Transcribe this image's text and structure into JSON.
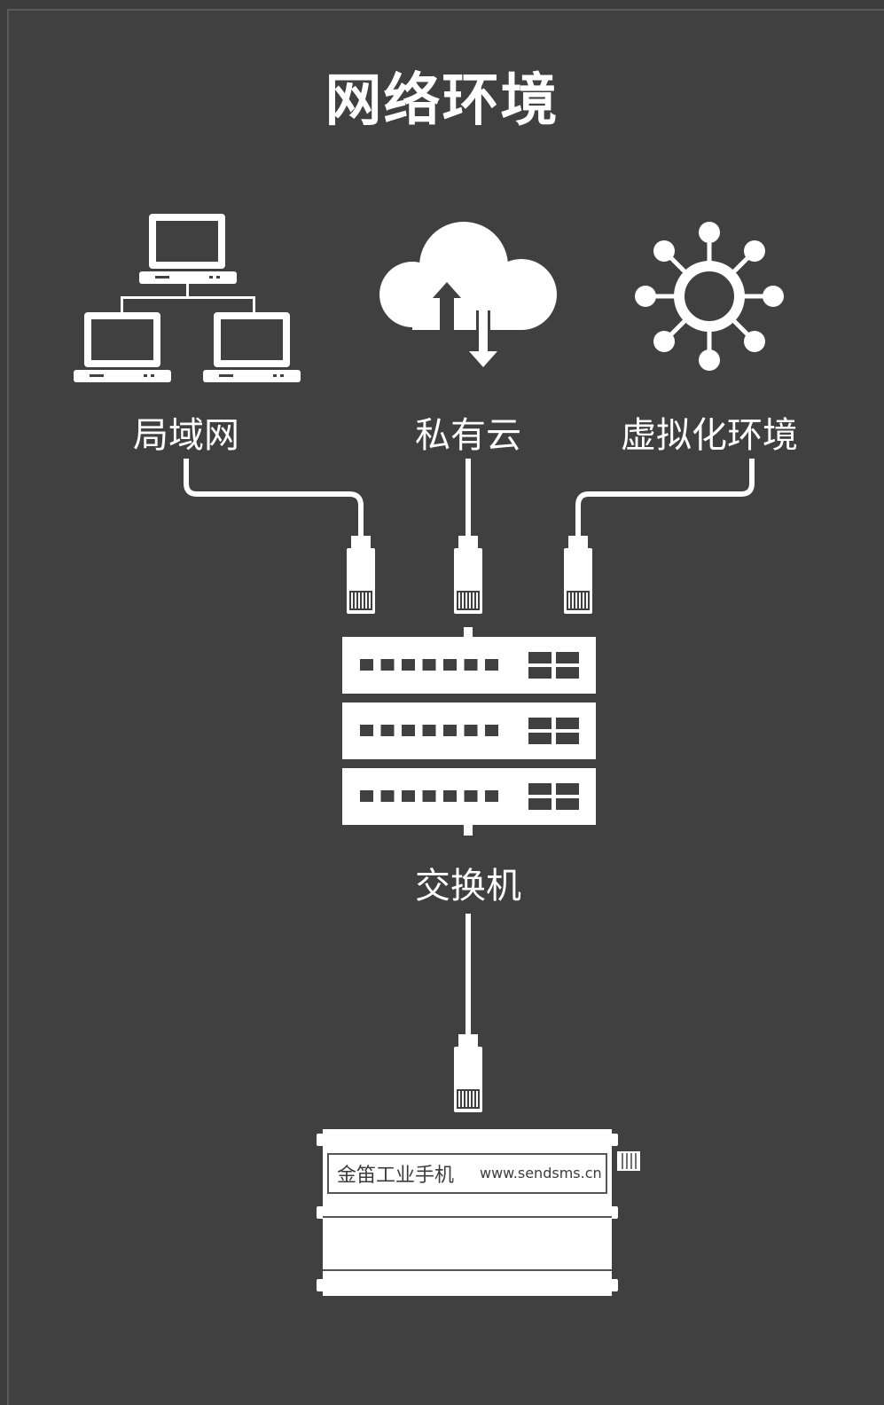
{
  "title": "网络环境",
  "nodes": {
    "lan": "局域网",
    "private_cloud": "私有云",
    "virtual_env": "虚拟化环境",
    "switch": "交换机"
  },
  "device": {
    "brand": "金笛工业手机",
    "url": "www.sendsms.cn"
  },
  "icons": [
    "lan-network-icon",
    "cloud-upload-download-icon",
    "virtual-hub-icon",
    "ethernet-plug-icon",
    "network-switch-icon",
    "industrial-modem-icon"
  ],
  "colors": {
    "background": "#404040",
    "foreground": "#ffffff"
  }
}
